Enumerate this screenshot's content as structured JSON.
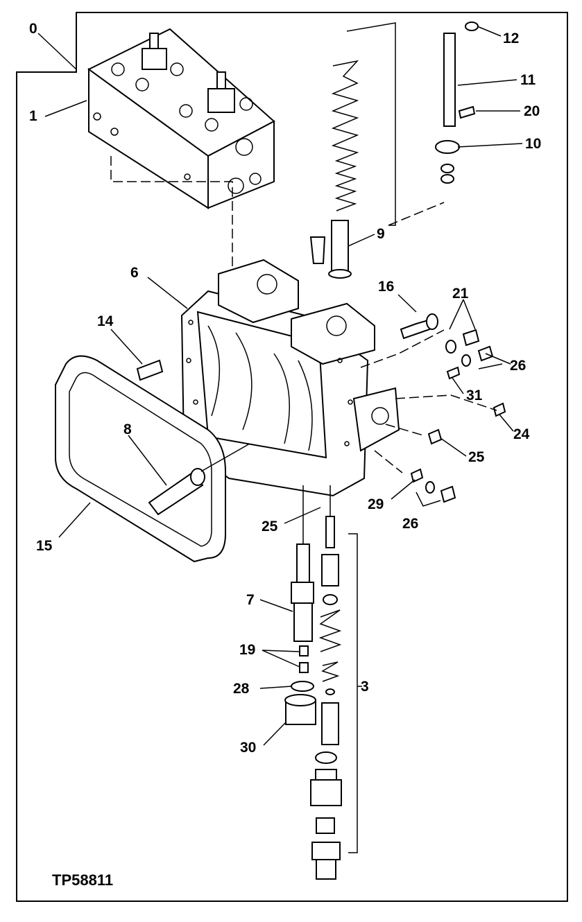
{
  "diagram": {
    "figure_code": "TP58811",
    "callouts": [
      "0",
      "1",
      "3",
      "6",
      "7",
      "8",
      "9",
      "10",
      "11",
      "12",
      "14",
      "15",
      "16",
      "19",
      "20",
      "21",
      "24",
      "25",
      "25",
      "26",
      "26",
      "28",
      "29",
      "30",
      "31"
    ]
  }
}
